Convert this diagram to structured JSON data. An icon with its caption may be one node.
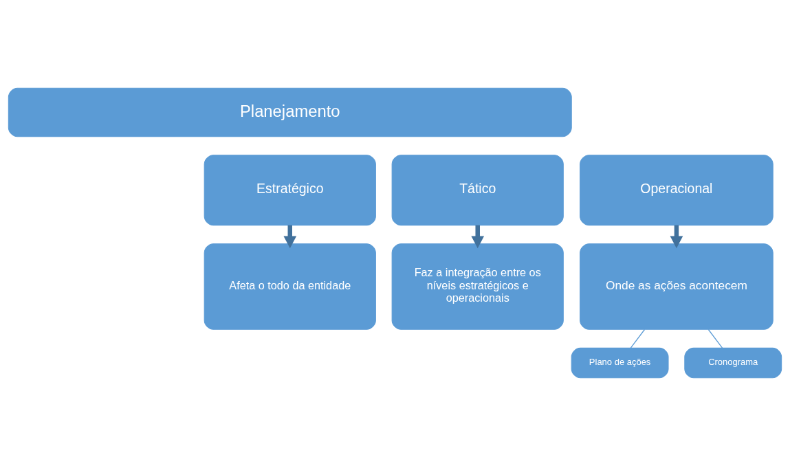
{
  "diagram": {
    "nodes": [
      {
        "text": [
          "Planejamento"
        ]
      },
      {
        "text": [
          "Estratégico"
        ]
      },
      {
        "text": [
          "Tático"
        ]
      },
      {
        "text": [
          "Operacional"
        ]
      },
      {
        "text": [
          "Afeta o todo da entidade"
        ]
      },
      {
        "text": [
          "Faz a integração entre os níveis estratégicos e operacionais"
        ]
      },
      {
        "text": [
          "Onde as ações acontecem"
        ]
      },
      {
        "text": [
          "Plano de ações"
        ]
      },
      {
        "text": [
          "Cronograma"
        ]
      }
    ],
    "edges": [
      {
        "from": 1,
        "to": 4,
        "arrow": "to"
      },
      {
        "from": 2,
        "to": 5,
        "arrow": "to"
      },
      {
        "from": 3,
        "to": 6,
        "arrow": "to"
      },
      {
        "from": 6,
        "to": 7,
        "arrow": "none"
      },
      {
        "from": 6,
        "to": 8,
        "arrow": "none"
      }
    ]
  }
}
